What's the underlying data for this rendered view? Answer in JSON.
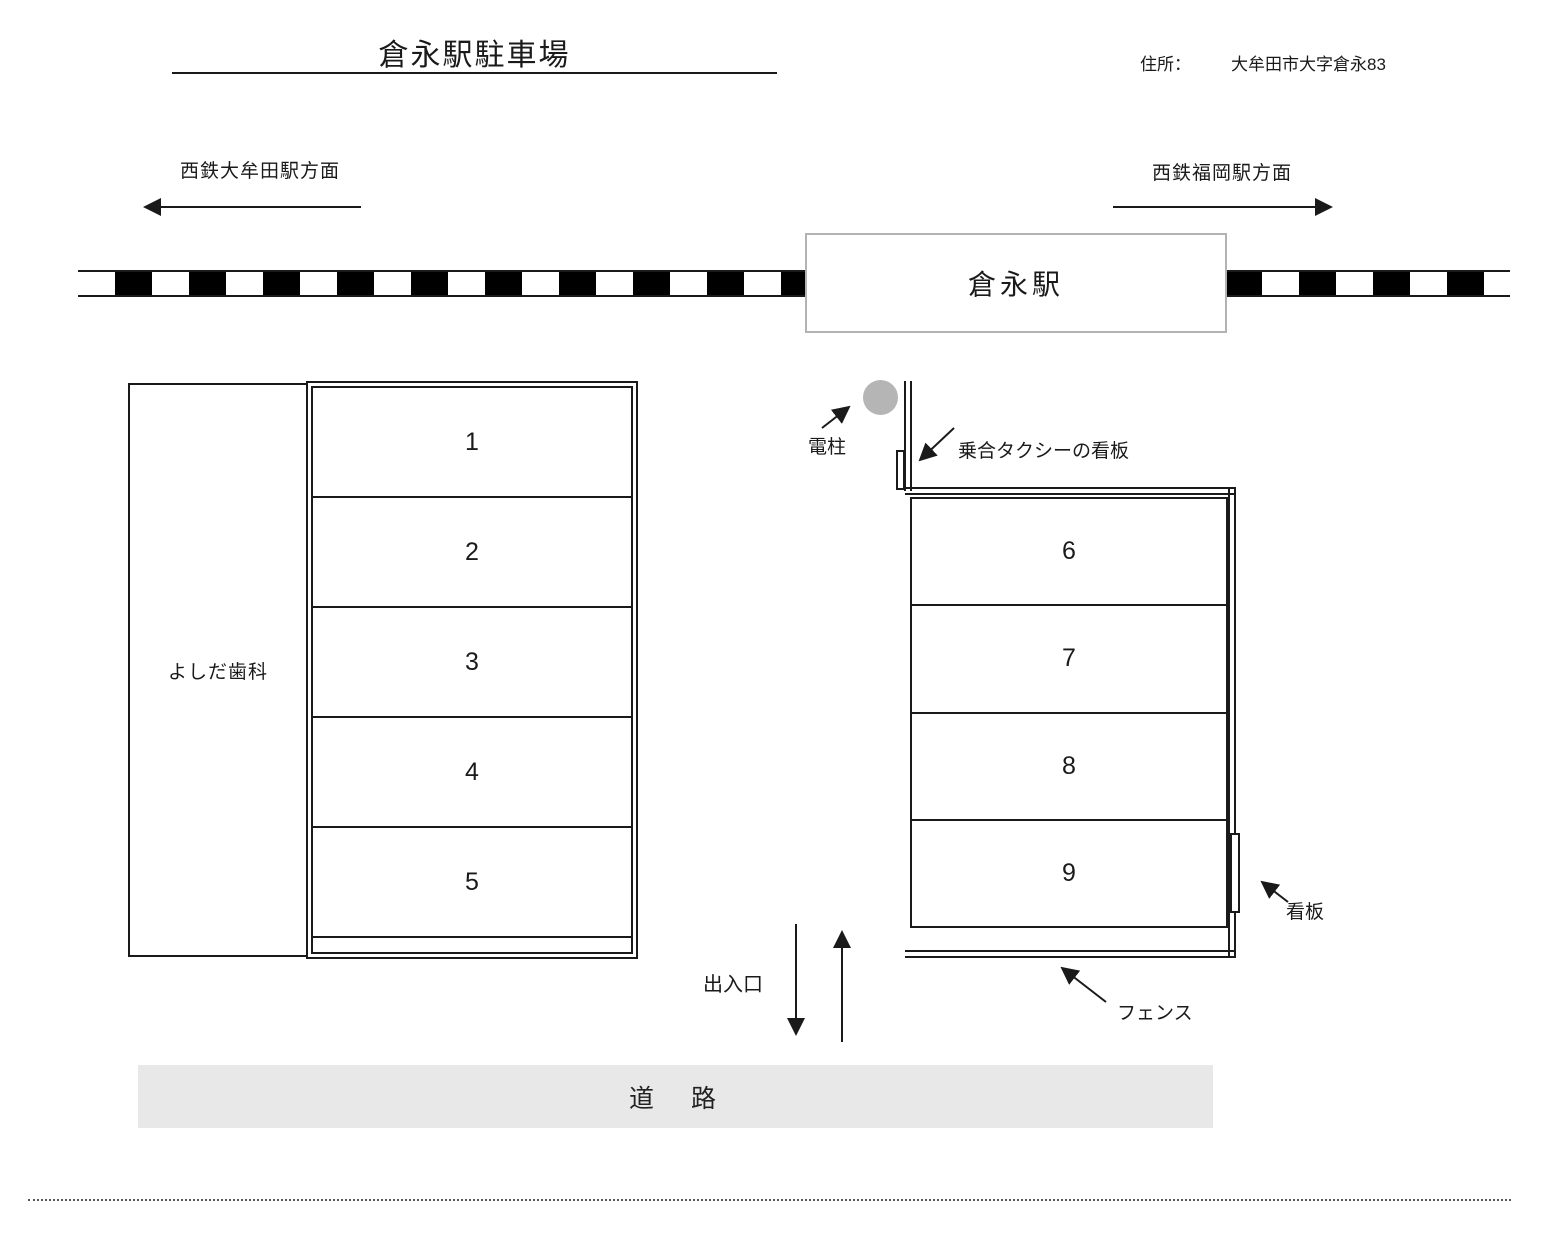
{
  "page": {
    "title": "倉永駅駐車場"
  },
  "address": {
    "label": "住所：",
    "value": "大牟田市大字倉永83"
  },
  "directions": {
    "left_label": "西鉄大牟田駅方面",
    "right_label": "西鉄福岡駅方面"
  },
  "station": {
    "name": "倉永駅"
  },
  "building": {
    "name": "よしだ歯科"
  },
  "parking": {
    "left_block": {
      "stalls": [
        "1",
        "2",
        "3",
        "4",
        "5"
      ]
    },
    "right_block": {
      "stalls": [
        "6",
        "7",
        "8",
        "9"
      ]
    }
  },
  "annotations": {
    "utility_pole": "電柱",
    "shared_taxi_sign": "乗合タクシーの看板",
    "sign": "看板",
    "fence": "フェンス",
    "entrance": "出入口"
  },
  "road": {
    "label": "道　路"
  },
  "colors": {
    "line": "#1a1a1a",
    "station_border": "#b3b3b3",
    "pole_fill": "#b5b5b5",
    "road_fill": "#e8e8e8"
  }
}
